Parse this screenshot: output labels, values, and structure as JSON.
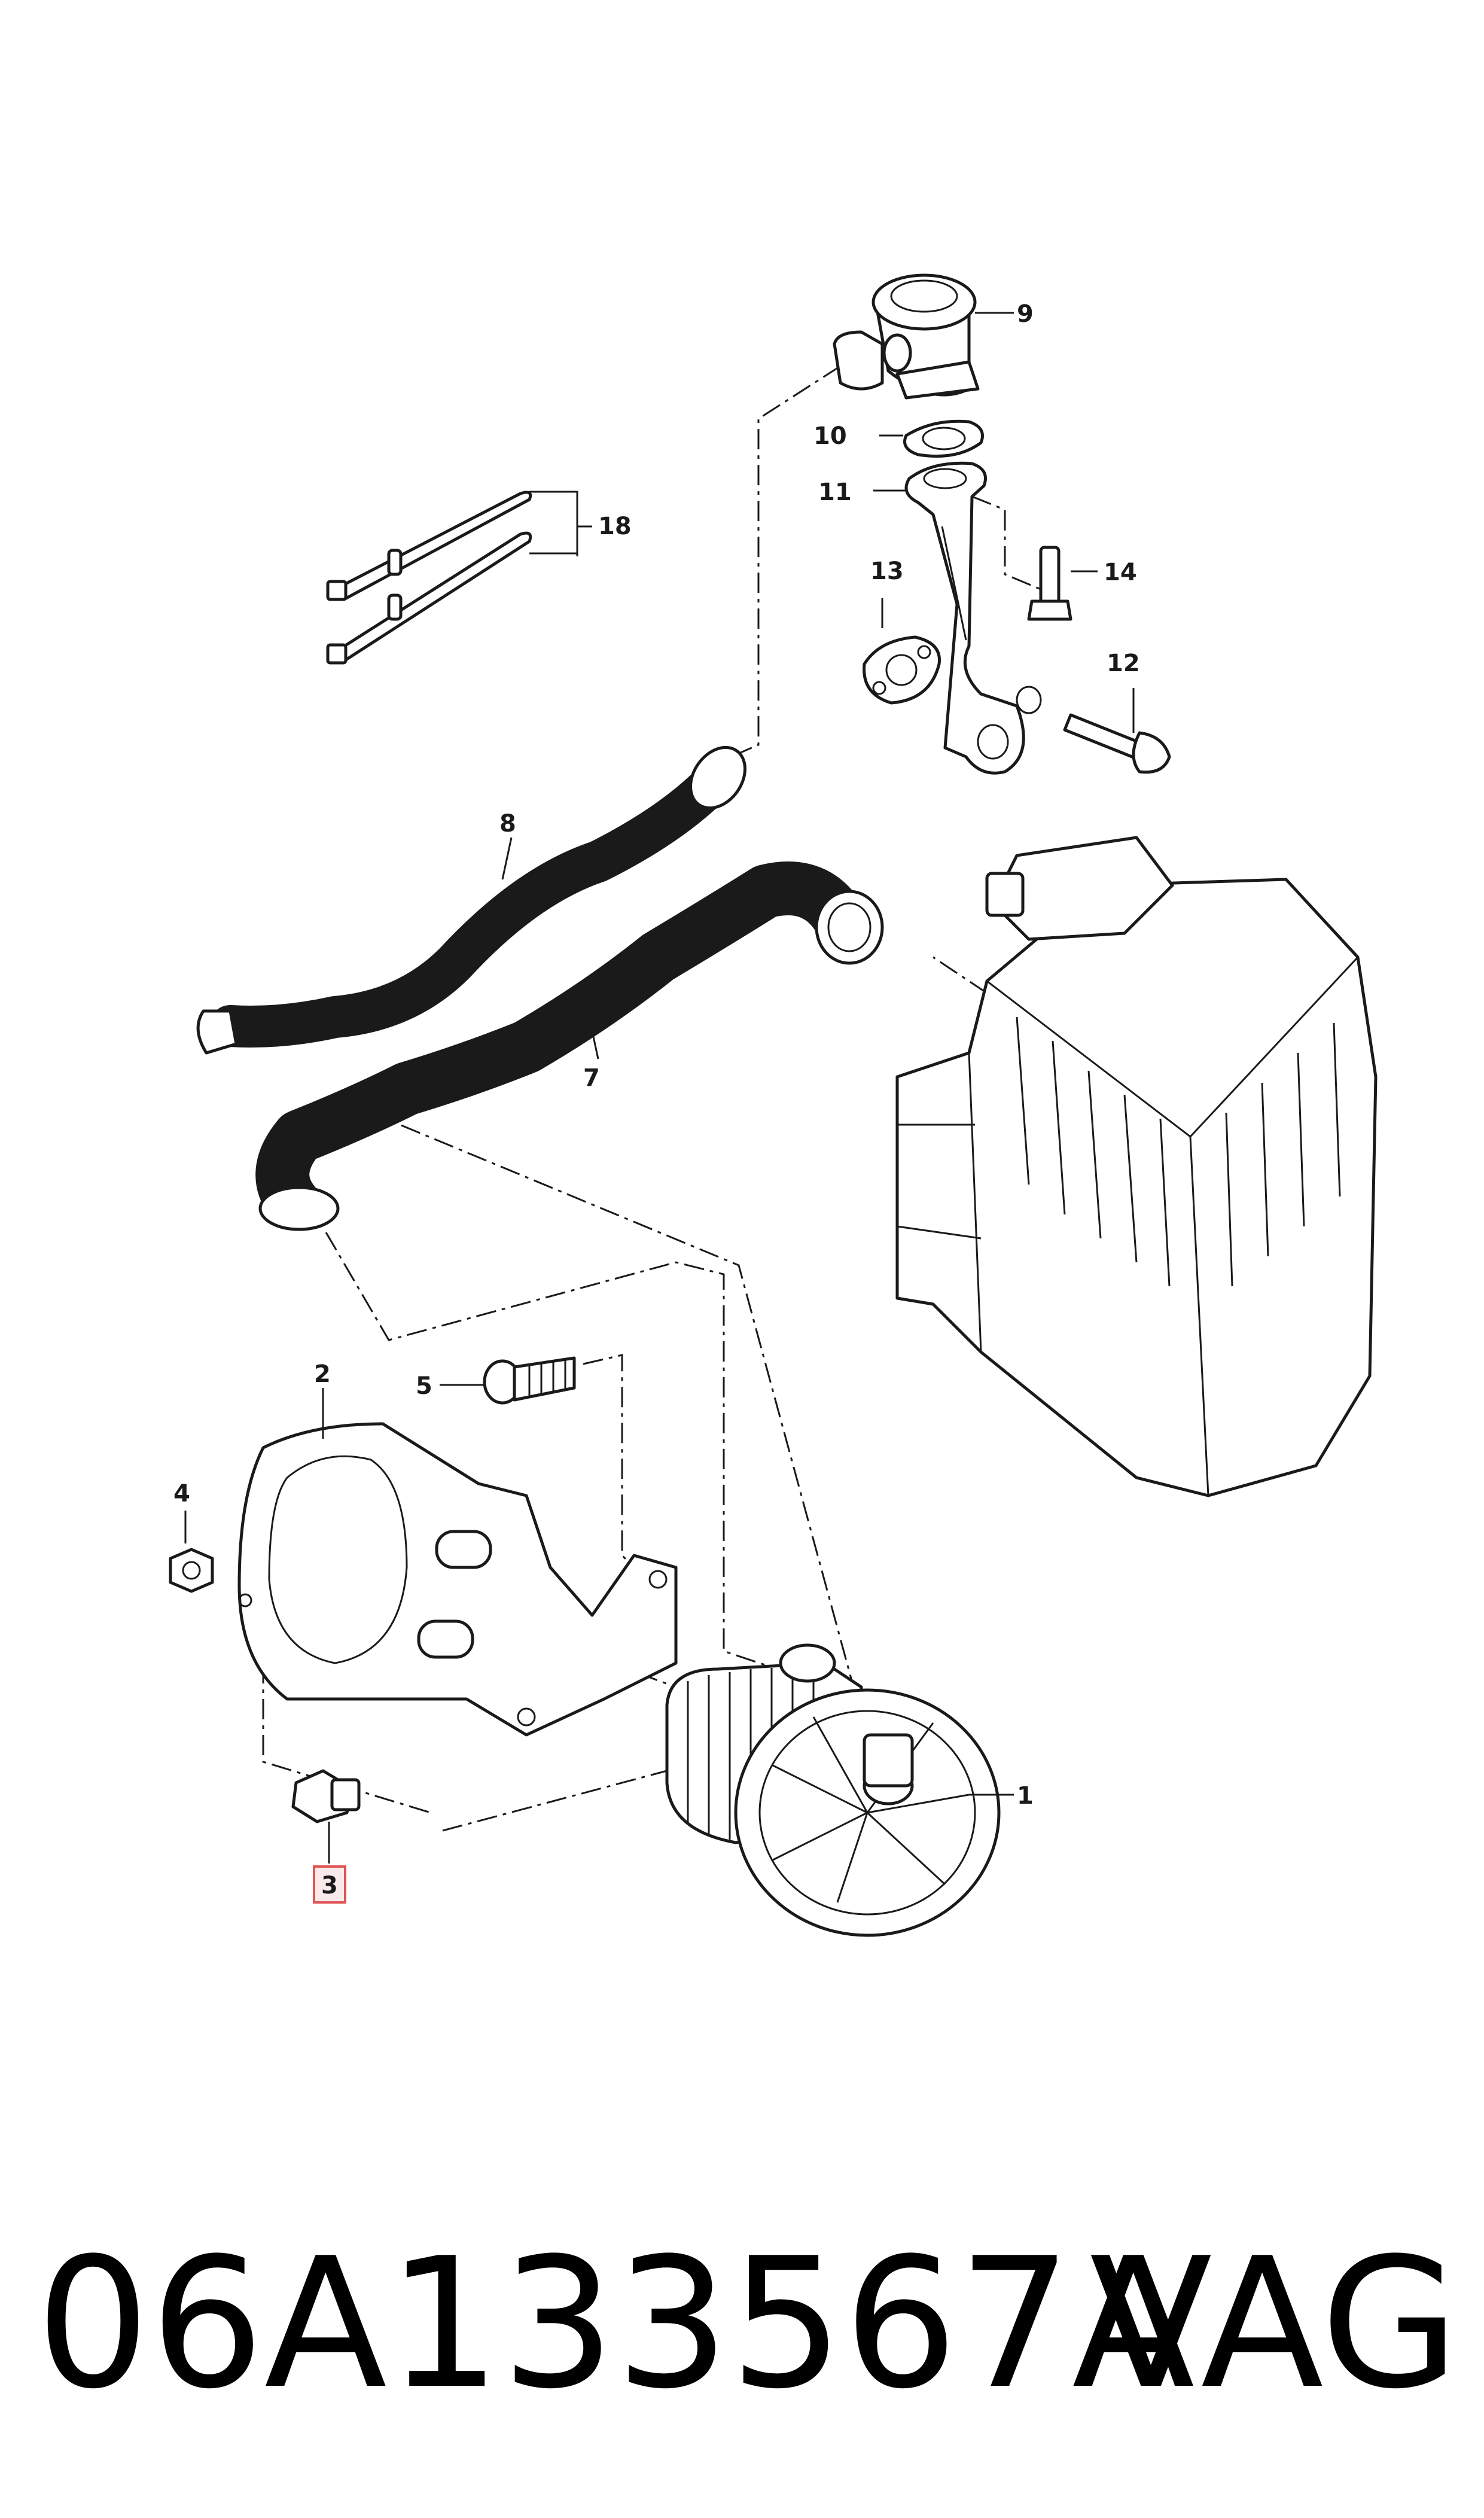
{
  "callouts": {
    "c1": "1",
    "c2": "2",
    "c3": "3",
    "c4": "4",
    "c5": "5",
    "c7": "7",
    "c8": "8",
    "c9": "9",
    "c10": "10",
    "c11": "11",
    "c12": "12",
    "c13": "13",
    "c14": "14",
    "c18": "18"
  },
  "highlight_color": "#e05555",
  "caption": {
    "part_number": "06A133567A",
    "brand": "VAG"
  }
}
